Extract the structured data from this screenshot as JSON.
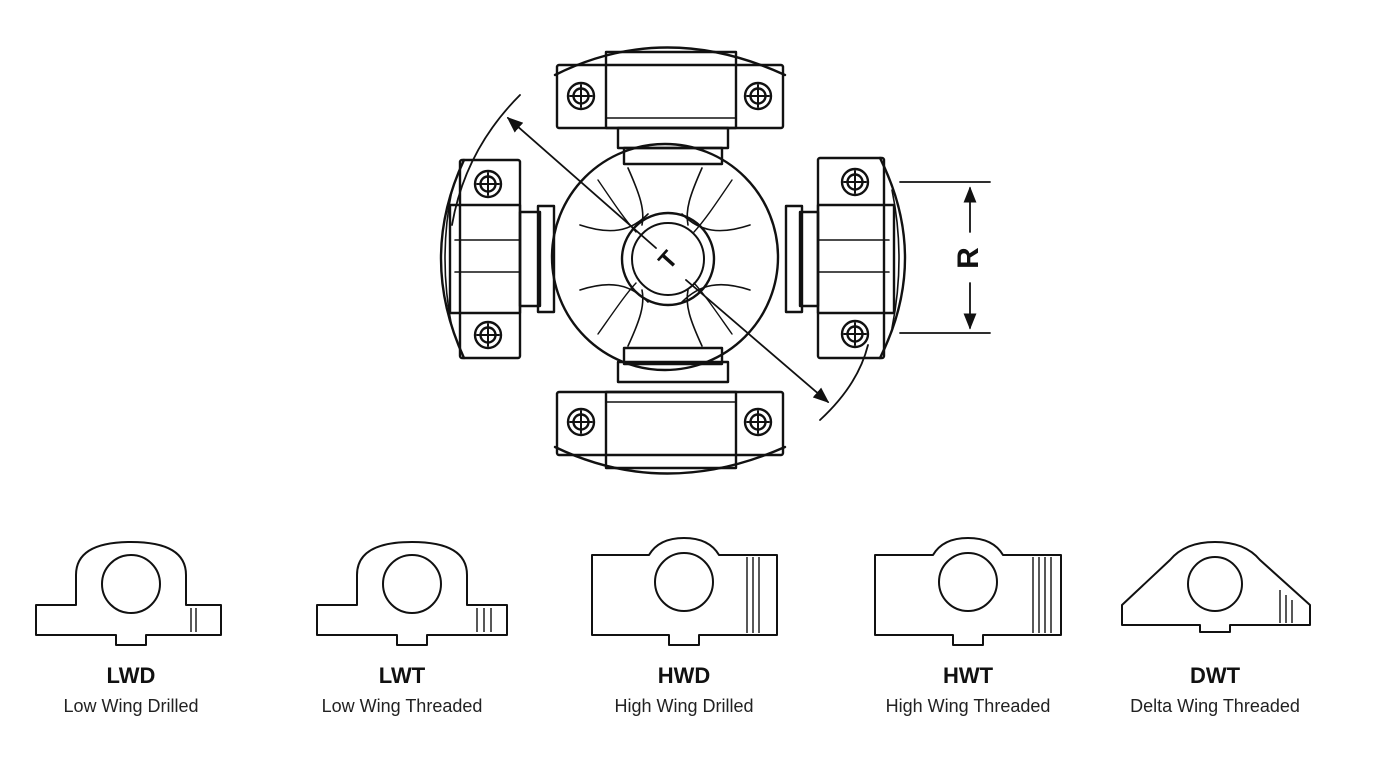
{
  "main_diagram": {
    "dimension_labels": {
      "t": "T",
      "r": "R"
    }
  },
  "wing_types": [
    {
      "code": "LWD",
      "description": "Low Wing Drilled"
    },
    {
      "code": "LWT",
      "description": "Low Wing Threaded"
    },
    {
      "code": "HWD",
      "description": "High Wing Drilled"
    },
    {
      "code": "HWT",
      "description": "High Wing Threaded"
    },
    {
      "code": "DWT",
      "description": "Delta Wing Threaded"
    }
  ],
  "colors": {
    "line": "#111111",
    "background": "#ffffff"
  }
}
